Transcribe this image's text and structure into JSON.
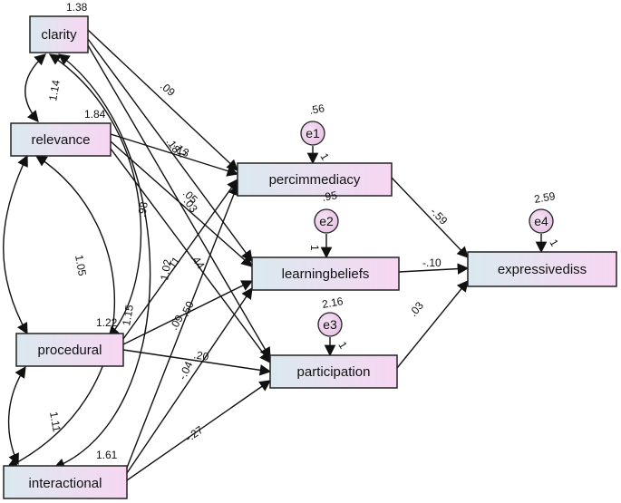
{
  "observed": {
    "clarity": "clarity",
    "relevance": "relevance",
    "procedural": "procedural",
    "interactional": "interactional",
    "percimmediacy": "percimmediacy",
    "learningbeliefs": "learningbeliefs",
    "participation": "participation",
    "expressivediss": "expressivediss"
  },
  "variances": {
    "clarity": "1.38",
    "relevance": "1.84",
    "procedural": "1.22",
    "interactional": "1.61"
  },
  "errors": {
    "e1": {
      "label": "e1",
      "variance": ".56",
      "weight": "1"
    },
    "e2": {
      "label": "e2",
      "variance": ".95",
      "weight": "1"
    },
    "e3": {
      "label": "e3",
      "variance": "2.16",
      "weight": "1"
    },
    "e4": {
      "label": "e4",
      "variance": "2.59",
      "weight": "1"
    }
  },
  "covariances": {
    "clarity_relevance": "1.14",
    "relevance_procedural": "1.05",
    "procedural_interactional": "1.11",
    "clarity_procedural": ".98",
    "relevance_interactional": "1.15",
    "clarity_interactional": "1.02"
  },
  "paths": {
    "clarity_percimmediacy": ".09",
    "clarity_learningbeliefs": ".18",
    "clarity_participation": ".12",
    "relevance_percimmediacy": ".13",
    "relevance_learningbeliefs": ".05",
    "relevance_participation": ".03",
    "procedural_percimmediacy": ".11",
    "procedural_learningbeliefs": ".44",
    "procedural_participation": ".20",
    "interactional_percimmediacy": ".50",
    "interactional_learningbeliefs": ".09",
    "interactional_participation": "-.04",
    "interactional_participation2": "-.27",
    "percimmediacy_expressivediss": "-.59",
    "learningbeliefs_expressivediss": "-.10",
    "participation_expressivediss": ".03"
  }
}
